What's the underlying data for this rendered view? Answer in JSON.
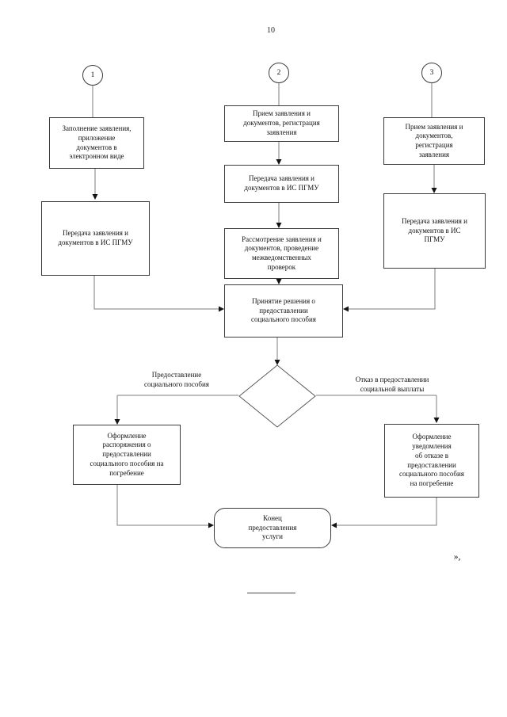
{
  "page": {
    "number": "10",
    "closing_mark": "»,"
  },
  "flowchart": {
    "entries": [
      "1",
      "2",
      "3"
    ],
    "nodes": {
      "fill_application": "Заполнение заявления,\nприложение\nдокументов в\nэлектронном виде",
      "transfer_docs_1": "Передача заявления и\nдокументов в ИС ПГМУ",
      "receive_application_2": "Прием заявления и\nдокументов, регистрация\nзаявления",
      "transfer_docs_2": "Передача заявления и\nдокументов в ИС ПГМУ",
      "review_application": "Рассмотрение заявления и\nдокументов, проведение\nмежведомственных\nпроверок",
      "decision_making": "Принятие решения о\nпредоставлении\nсоциального пособия",
      "receive_application_3": "Прием заявления и\nдокументов,\nрегистрация\nзаявления",
      "transfer_docs_3": "Передача заявления и\nдокументов в ИС\nПГМУ",
      "grant_branch_label": "Предоставление\nсоциального пособия",
      "refuse_branch_label": "Отказ в предоставлении\nсоциальной выплаты",
      "grant_order": "Оформление\nраспоряжения о\nпредоставлении\nсоциального пособия на\nпогребение",
      "refusal_notice": "Оформление\nуведомления\nоб отказе в\nпредоставлении\nсоциального пособия\nна погребение",
      "end_node": "Конец\nпредоставления\nуслуги"
    },
    "colors": {
      "border": "#3c3c3c",
      "line": "#7d7d7d",
      "arrowhead": "#141414"
    }
  }
}
